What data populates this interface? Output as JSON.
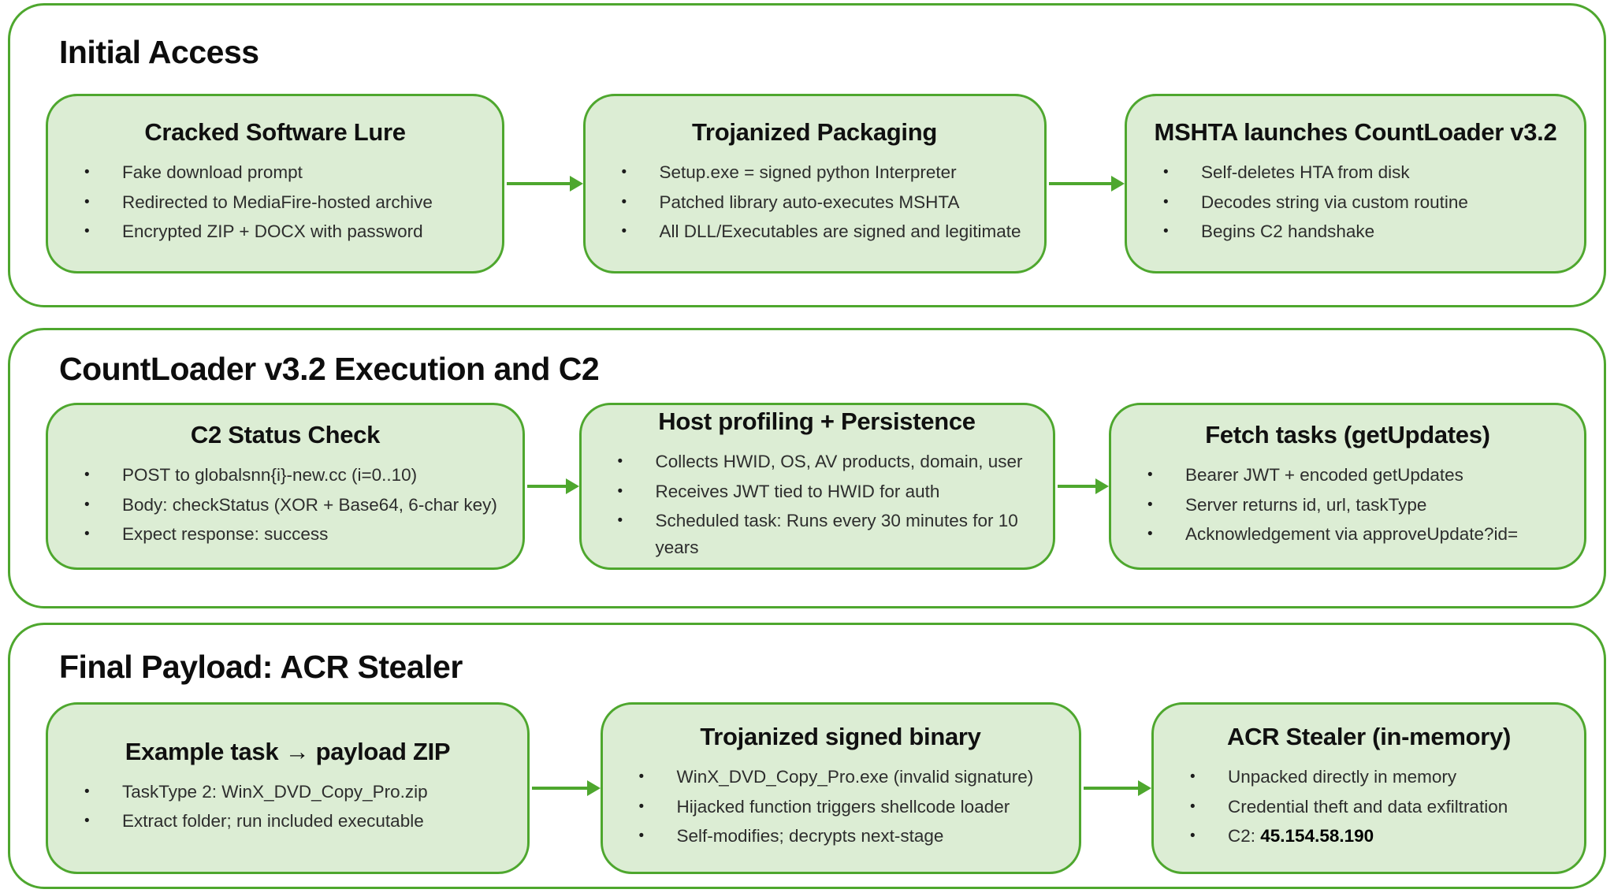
{
  "colors": {
    "accent_green": "#4ea72e",
    "box_fill": "#dcedd4",
    "title_ink": "#0d0d0d",
    "bullet_ink": "#2d2d2d"
  },
  "bullet_glyph": "•",
  "sections": [
    {
      "title": "Initial Access",
      "boxes": [
        {
          "title": "Cracked Software Lure",
          "bullets": [
            "Fake download prompt",
            "Redirected to MediaFire-hosted archive",
            "Encrypted ZIP + DOCX with password"
          ]
        },
        {
          "title": "Trojanized Packaging",
          "bullets": [
            "Setup.exe = signed python Interpreter",
            "Patched library auto-executes MSHTA",
            "All DLL/Executables are signed and legitimate"
          ]
        },
        {
          "title": "MSHTA launches CountLoader v3.2",
          "bullets": [
            "Self-deletes HTA from disk",
            "Decodes string via custom routine",
            "Begins C2 handshake"
          ]
        }
      ]
    },
    {
      "title": "CountLoader v3.2 Execution and C2",
      "boxes": [
        {
          "title": "C2 Status Check",
          "bullets": [
            "POST to globalsnn{i}-new.cc (i=0..10)",
            "Body: checkStatus (XOR + Base64, 6-char key)",
            "Expect response: success"
          ]
        },
        {
          "title": "Host profiling + Persistence",
          "bullets": [
            "Collects HWID, OS, AV products, domain, user",
            "Receives JWT tied to HWID for auth",
            "Scheduled task: Runs every 30 minutes for 10 years"
          ]
        },
        {
          "title": "Fetch tasks (getUpdates)",
          "bullets": [
            "Bearer JWT + encoded getUpdates",
            "Server returns id, url, taskType",
            "Acknowledgement via approveUpdate?id="
          ]
        }
      ]
    },
    {
      "title": "Final Payload: ACR Stealer",
      "boxes": [
        {
          "title": "Example task → payload ZIP",
          "bullets": [
            "TaskType 2: WinX_DVD_Copy_Pro.zip",
            "Extract folder; run included executable"
          ]
        },
        {
          "title": "Trojanized signed binary",
          "bullets": [
            "WinX_DVD_Copy_Pro.exe (invalid signature)",
            "Hijacked function triggers shellcode loader",
            "Self-modifies; decrypts next-stage"
          ]
        },
        {
          "title": "ACR Stealer (in-memory)",
          "bullets": [
            "Unpacked directly in memory",
            "Credential theft and data exfiltration"
          ],
          "c2": {
            "prefix": "C2: ",
            "ip": "45.154.58.190"
          }
        }
      ]
    }
  ]
}
